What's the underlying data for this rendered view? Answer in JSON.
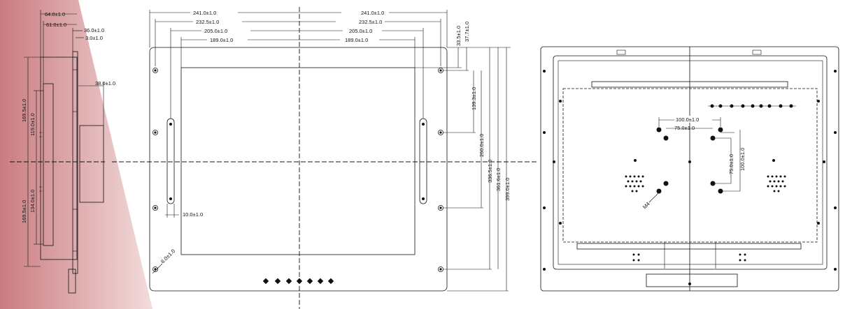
{
  "colors": {
    "accent_gradient_start": "#c97c80",
    "accent_gradient_end": "#f3dcdc",
    "line": "#111111",
    "background": "#ffffff"
  },
  "side_view": {
    "dims": {
      "d64": "64.0±1.0",
      "d61": "61.0±1.0",
      "d36": "36.0±1.0",
      "d3": "3.0±1.0",
      "d38": "38.0±1.0",
      "d169a": "169.5±1.0",
      "d119": "119.0±1.0",
      "d169b": "169.5±1.0",
      "d134": "134.0±1.0"
    }
  },
  "front_view": {
    "dims": {
      "w241_left": "241.0±1.0",
      "w241_right": "241.0±1.0",
      "w232_left": "232.5±1.0",
      "w232_right": "232.5±1.0",
      "w205_left": "205.0±1.0",
      "w205_right": "205.0±1.0",
      "w189_left": "189.0±1.0",
      "w189_right": "189.0±1.0",
      "h33": "33.5±1.0",
      "h37": "37.7±1.0",
      "h139": "139.3±1.0",
      "h260": "260.0±1.0",
      "h336": "336.5±1.0",
      "h361": "361.6±1.0",
      "h399": "399.0±1.0",
      "d10": "10.0±1.0",
      "r6": "6.0±1.0"
    }
  },
  "rear_view": {
    "dims": {
      "d100h": "100.0±1.0",
      "d75h": "75.0±1.0",
      "d75v": "75.0±1.0",
      "d100v": "100.0±1.0",
      "m4": "M4"
    }
  }
}
